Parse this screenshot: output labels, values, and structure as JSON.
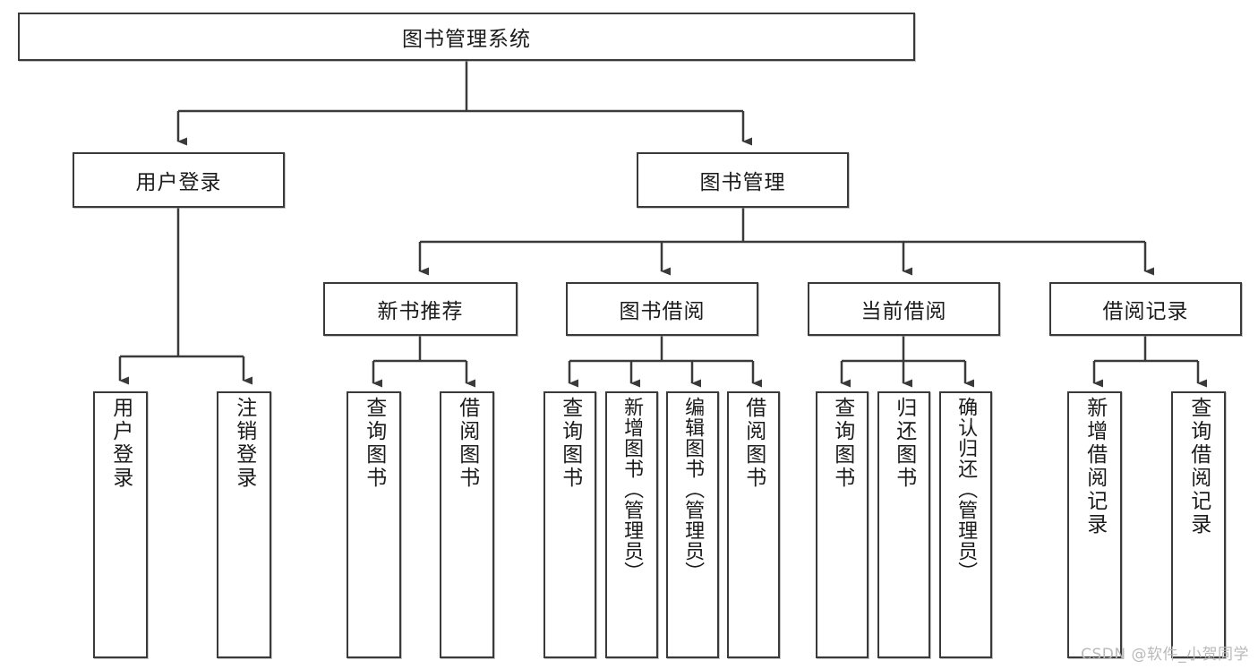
{
  "diagram": {
    "title": "图书管理系统",
    "watermark": "CSDN @软件_小贺同学",
    "root": {
      "label": "图书管理系统"
    },
    "level2": [
      {
        "label": "用户登录"
      },
      {
        "label": "图书管理"
      }
    ],
    "level3": [
      {
        "label": "新书推荐"
      },
      {
        "label": "图书借阅"
      },
      {
        "label": "当前借阅"
      },
      {
        "label": "借阅记录"
      }
    ],
    "leaves": {
      "user_login": [
        {
          "label": "用户登录"
        },
        {
          "label": "注销登录"
        }
      ],
      "new_book_recommend": [
        {
          "label": "查询图书"
        },
        {
          "label": "借阅图书"
        }
      ],
      "book_borrow": [
        {
          "label": "查询图书"
        },
        {
          "label": "新增图书（管理员）"
        },
        {
          "label": "编辑图书（管理员）"
        },
        {
          "label": "借阅图书"
        }
      ],
      "current_borrow": [
        {
          "label": "查询图书"
        },
        {
          "label": "归还图书"
        },
        {
          "label": "确认归还（管理员）"
        }
      ],
      "borrow_record": [
        {
          "label": "新增借阅记录"
        },
        {
          "label": "查询借阅记录"
        }
      ]
    },
    "colors": {
      "stroke": "#3a3a3a",
      "text": "#1b1b1b",
      "background": "#ffffff",
      "watermark": "#b9b9b9"
    }
  }
}
